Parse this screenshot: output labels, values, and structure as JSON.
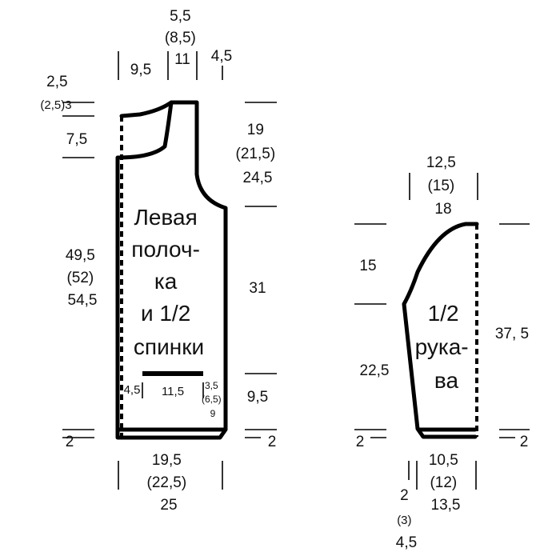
{
  "colors": {
    "line": "#000000",
    "background": "#ffffff"
  },
  "left_piece": {
    "label_lines": [
      "Левая",
      "полоч-",
      "ка",
      "и 1/2",
      "спинки"
    ],
    "top_width": "9,5",
    "neck_width_lines": [
      "5,5",
      "(8,5)",
      "11"
    ],
    "shoulder_width": "4,5",
    "neck_depth_top_lines": [
      "2,5",
      "(2,5)3"
    ],
    "neck_depth": "7,5",
    "armhole_lines": [
      "19",
      "(21,5)",
      "24,5"
    ],
    "side_height": "31",
    "total_height_lines": [
      "49,5",
      "(52)",
      "54,5"
    ],
    "pocket_left": "4,5",
    "pocket_width": "11,5",
    "pocket_right_lines": [
      "3,5",
      "(6,5)",
      "9"
    ],
    "pocket_height": "9,5",
    "hem_left": "2",
    "hem_right": "2",
    "bottom_width_lines": [
      "19,5",
      "(22,5)",
      "25"
    ]
  },
  "right_piece": {
    "label_lines": [
      "1/2",
      "рука-",
      "ва"
    ],
    "top_width_lines": [
      "12,5",
      "(15)",
      "18"
    ],
    "cap_height": "15",
    "lower_height": "22,5",
    "total_height": "37, 5",
    "hem_left": "2",
    "hem_right": "2",
    "bottom_width_lines": [
      "10,5",
      "(12)",
      "13,5"
    ],
    "bottom_offset_lines": [
      "2",
      "(3)",
      "4,5"
    ]
  }
}
